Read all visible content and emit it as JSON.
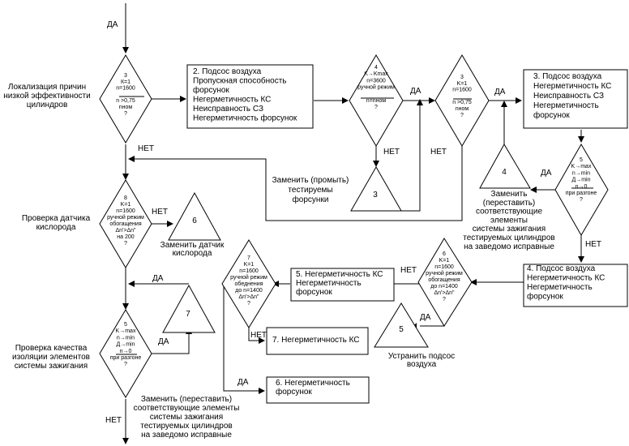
{
  "left_labels": [
    {
      "id": "localization",
      "lines": [
        "Локализация причин",
        "низкой эффективности",
        "цилиндров"
      ]
    },
    {
      "id": "o2-check",
      "lines": [
        "Проверка датчика",
        "кислорода"
      ]
    },
    {
      "id": "insulation-check",
      "lines": [
        "Проверка качества",
        "изоляции элементов",
        "системы зажигания"
      ]
    }
  ],
  "boxes": [
    {
      "id": "box-2",
      "lines": [
        "2. Подсос воздуха",
        "Пропускная способность",
        "форсунок",
        "Негерметичность КС",
        "Неисправность СЗ",
        "Негерметичность форсунок"
      ]
    },
    {
      "id": "box-3",
      "lines": [
        "3. Подсос воздуха",
        "Негерметичность КС",
        "Неисправность СЗ",
        "Негерметичность",
        "форсунок"
      ]
    },
    {
      "id": "box-4",
      "lines": [
        "4. Подсос воздуха",
        "Негерметичность КС",
        "Негерметичность",
        "форсунок"
      ]
    },
    {
      "id": "box-5",
      "lines": [
        "5. Негерметичность КС",
        "Негерметичность",
        "форсунок"
      ]
    },
    {
      "id": "box-7",
      "lines": [
        "7. Негерметичность КС"
      ]
    },
    {
      "id": "box-6",
      "lines": [
        "6. Негерметичность",
        "форсунок"
      ]
    }
  ],
  "diamonds": [
    {
      "id": "d-3a",
      "lines": [
        "3",
        "К=1",
        "n=1600",
        "",
        "n >0,75",
        "nном",
        "?"
      ]
    },
    {
      "id": "d-4",
      "lines": [
        "4",
        "K→Kmax",
        "n=3600",
        "ручной режим",
        "",
        "n=nном",
        "?"
      ]
    },
    {
      "id": "d-3b",
      "lines": [
        "3",
        "K=1",
        "n=1600",
        "",
        "n >0,75",
        "nном",
        "?"
      ]
    },
    {
      "id": "d-5a",
      "lines": [
        "5",
        "K→max",
        "n→min",
        "Д→min",
        "n→0",
        "при разгоне",
        "?"
      ]
    },
    {
      "id": "d-8",
      "lines": [
        "8",
        "K=1",
        "n=1600",
        "ручной режим",
        "обогащения",
        "Δn'>Δn\"",
        "на 200",
        "?"
      ]
    },
    {
      "id": "d-7",
      "lines": [
        "7",
        "K=1",
        "n=1600",
        "ручной режим",
        "обеднения",
        "до n=1400",
        "Δn'>Δn\"",
        "?"
      ]
    },
    {
      "id": "d-6",
      "lines": [
        "6",
        "K=1",
        "n=1600",
        "ручной режим",
        "обогащения",
        "до n=1400",
        "Δn'>Δn\"",
        "?"
      ]
    },
    {
      "id": "d-5b",
      "lines": [
        "5",
        "K→max",
        "n→min",
        "Д→min",
        "n→0",
        "при разгоне",
        "?"
      ]
    }
  ],
  "triangles": [
    {
      "id": "tri-3",
      "num": "3"
    },
    {
      "id": "tri-4",
      "num": "4"
    },
    {
      "id": "tri-6",
      "num": "6"
    },
    {
      "id": "tri-7",
      "num": "7"
    },
    {
      "id": "tri-5",
      "num": "5"
    }
  ],
  "notes": [
    {
      "id": "note-injectors",
      "lines": [
        "Заменить (промыть)",
        "тестируемы",
        "форсунки"
      ]
    },
    {
      "id": "note-ignition-right",
      "lines": [
        "Заменить",
        "(переставить)",
        "соответствующие",
        "элементы",
        "системы зажигания",
        "тестируемых цилиндров",
        "на заведомо исправные"
      ]
    },
    {
      "id": "note-o2",
      "lines": [
        "Заменить датчик",
        "кислорода"
      ]
    },
    {
      "id": "note-air",
      "lines": [
        "Устранить подсос",
        "воздуха"
      ]
    },
    {
      "id": "note-ignition-bottom",
      "lines": [
        "Заменить (переставить)",
        "соответствующие элементы",
        "системы зажигания",
        "тестируемых цилиндров",
        "на заведомо исправные"
      ]
    }
  ],
  "flow": {
    "yes": "ДА",
    "no": "НЕТ"
  }
}
